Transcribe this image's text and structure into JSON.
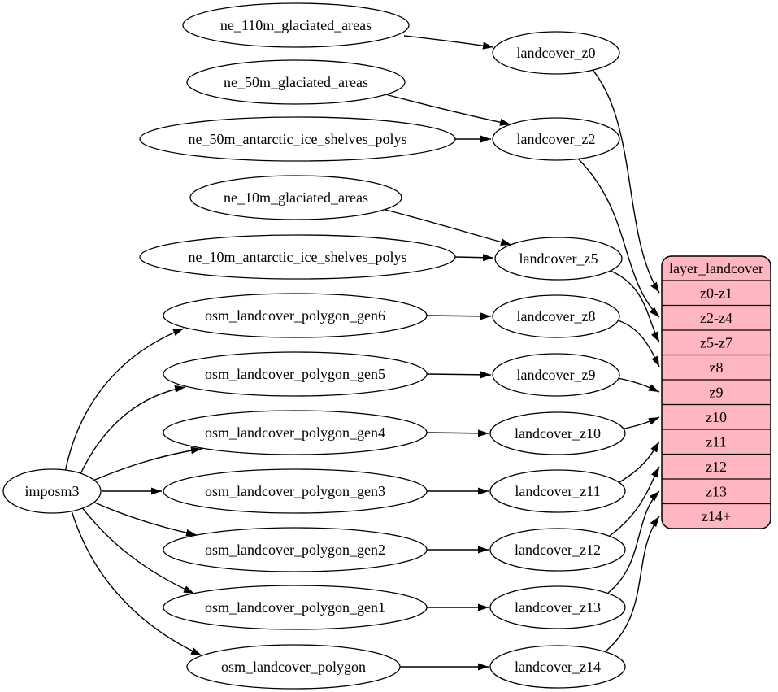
{
  "diagram": {
    "colors": {
      "background": "#ffffff",
      "node_fill": "#ffffff",
      "stroke": "#000000",
      "text": "#000000",
      "record_fill": "#ffb6c1"
    },
    "nodes": [
      {
        "id": "imposm3",
        "label": "imposm3",
        "shape": "ellipse"
      },
      {
        "id": "ne_110m_glaciated_areas",
        "label": "ne_110m_glaciated_areas",
        "shape": "ellipse"
      },
      {
        "id": "ne_50m_glaciated_areas",
        "label": "ne_50m_glaciated_areas",
        "shape": "ellipse"
      },
      {
        "id": "ne_50m_antarctic_ice_shelves_polys",
        "label": "ne_50m_antarctic_ice_shelves_polys",
        "shape": "ellipse"
      },
      {
        "id": "ne_10m_glaciated_areas",
        "label": "ne_10m_glaciated_areas",
        "shape": "ellipse"
      },
      {
        "id": "ne_10m_antarctic_ice_shelves_polys",
        "label": "ne_10m_antarctic_ice_shelves_polys",
        "shape": "ellipse"
      },
      {
        "id": "osm_landcover_polygon_gen6",
        "label": "osm_landcover_polygon_gen6",
        "shape": "ellipse"
      },
      {
        "id": "osm_landcover_polygon_gen5",
        "label": "osm_landcover_polygon_gen5",
        "shape": "ellipse"
      },
      {
        "id": "osm_landcover_polygon_gen4",
        "label": "osm_landcover_polygon_gen4",
        "shape": "ellipse"
      },
      {
        "id": "osm_landcover_polygon_gen3",
        "label": "osm_landcover_polygon_gen3",
        "shape": "ellipse"
      },
      {
        "id": "osm_landcover_polygon_gen2",
        "label": "osm_landcover_polygon_gen2",
        "shape": "ellipse"
      },
      {
        "id": "osm_landcover_polygon_gen1",
        "label": "osm_landcover_polygon_gen1",
        "shape": "ellipse"
      },
      {
        "id": "osm_landcover_polygon",
        "label": "osm_landcover_polygon",
        "shape": "ellipse"
      },
      {
        "id": "landcover_z0",
        "label": "landcover_z0",
        "shape": "ellipse"
      },
      {
        "id": "landcover_z2",
        "label": "landcover_z2",
        "shape": "ellipse"
      },
      {
        "id": "landcover_z5",
        "label": "landcover_z5",
        "shape": "ellipse"
      },
      {
        "id": "landcover_z8",
        "label": "landcover_z8",
        "shape": "ellipse"
      },
      {
        "id": "landcover_z9",
        "label": "landcover_z9",
        "shape": "ellipse"
      },
      {
        "id": "landcover_z10",
        "label": "landcover_z10",
        "shape": "ellipse"
      },
      {
        "id": "landcover_z11",
        "label": "landcover_z11",
        "shape": "ellipse"
      },
      {
        "id": "landcover_z12",
        "label": "landcover_z12",
        "shape": "ellipse"
      },
      {
        "id": "landcover_z13",
        "label": "landcover_z13",
        "shape": "ellipse"
      },
      {
        "id": "landcover_z14",
        "label": "landcover_z14",
        "shape": "ellipse"
      },
      {
        "id": "layer_landcover",
        "shape": "record",
        "header": "layer_landcover",
        "rows": [
          "z0-z1",
          "z2-z4",
          "z5-z7",
          "z8",
          "z9",
          "z10",
          "z11",
          "z12",
          "z13",
          "z14+"
        ]
      }
    ],
    "edges": [
      {
        "from": "ne_110m_glaciated_areas",
        "to": "landcover_z0"
      },
      {
        "from": "ne_50m_glaciated_areas",
        "to": "landcover_z2"
      },
      {
        "from": "ne_50m_antarctic_ice_shelves_polys",
        "to": "landcover_z2"
      },
      {
        "from": "ne_10m_glaciated_areas",
        "to": "landcover_z5"
      },
      {
        "from": "ne_10m_antarctic_ice_shelves_polys",
        "to": "landcover_z5"
      },
      {
        "from": "imposm3",
        "to": "osm_landcover_polygon_gen6"
      },
      {
        "from": "imposm3",
        "to": "osm_landcover_polygon_gen5"
      },
      {
        "from": "imposm3",
        "to": "osm_landcover_polygon_gen4"
      },
      {
        "from": "imposm3",
        "to": "osm_landcover_polygon_gen3"
      },
      {
        "from": "imposm3",
        "to": "osm_landcover_polygon_gen2"
      },
      {
        "from": "imposm3",
        "to": "osm_landcover_polygon_gen1"
      },
      {
        "from": "imposm3",
        "to": "osm_landcover_polygon"
      },
      {
        "from": "osm_landcover_polygon_gen6",
        "to": "landcover_z8"
      },
      {
        "from": "osm_landcover_polygon_gen5",
        "to": "landcover_z9"
      },
      {
        "from": "osm_landcover_polygon_gen4",
        "to": "landcover_z10"
      },
      {
        "from": "osm_landcover_polygon_gen3",
        "to": "landcover_z11"
      },
      {
        "from": "osm_landcover_polygon_gen2",
        "to": "landcover_z12"
      },
      {
        "from": "osm_landcover_polygon_gen1",
        "to": "landcover_z13"
      },
      {
        "from": "osm_landcover_polygon",
        "to": "landcover_z14"
      },
      {
        "from": "landcover_z0",
        "to": "layer_landcover",
        "row": "z0-z1"
      },
      {
        "from": "landcover_z2",
        "to": "layer_landcover",
        "row": "z2-z4"
      },
      {
        "from": "landcover_z5",
        "to": "layer_landcover",
        "row": "z5-z7"
      },
      {
        "from": "landcover_z8",
        "to": "layer_landcover",
        "row": "z8"
      },
      {
        "from": "landcover_z9",
        "to": "layer_landcover",
        "row": "z9"
      },
      {
        "from": "landcover_z10",
        "to": "layer_landcover",
        "row": "z10"
      },
      {
        "from": "landcover_z11",
        "to": "layer_landcover",
        "row": "z11"
      },
      {
        "from": "landcover_z12",
        "to": "layer_landcover",
        "row": "z12"
      },
      {
        "from": "landcover_z13",
        "to": "layer_landcover",
        "row": "z13"
      },
      {
        "from": "landcover_z14",
        "to": "layer_landcover",
        "row": "z14+"
      }
    ]
  }
}
